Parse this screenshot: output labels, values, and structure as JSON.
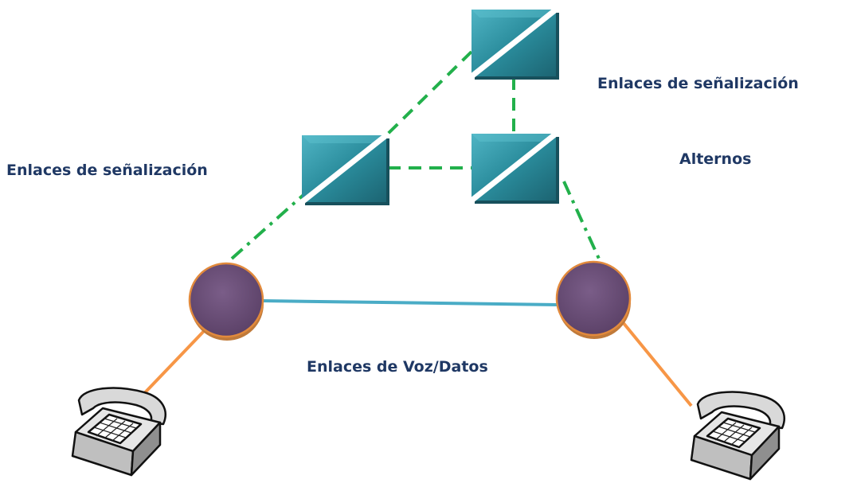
{
  "labels": {
    "signaling_left": "Enlaces de señalización",
    "signaling_right": "Enlaces de señalización",
    "alternates": "Alternos",
    "voice_data": "Enlaces de Voz/Datos"
  },
  "colors": {
    "label_text": "#1f3864",
    "signaling_link": "#22b04b",
    "voice_data_link": "#4aacc6",
    "phone_link": "#f79646",
    "switch_node": "#6b5079",
    "switch_node_border": "#c07a3a",
    "stp_face": "#2a8c9c",
    "stp_highlight": "#5fc3d0",
    "stp_shadow": "#17505c",
    "stp_slash": "#ffffff"
  },
  "icons": {
    "signaling_transfer_point": "stp-router-icon",
    "switching_node": "switch-node-icon",
    "telephone": "telephone-icon"
  }
}
